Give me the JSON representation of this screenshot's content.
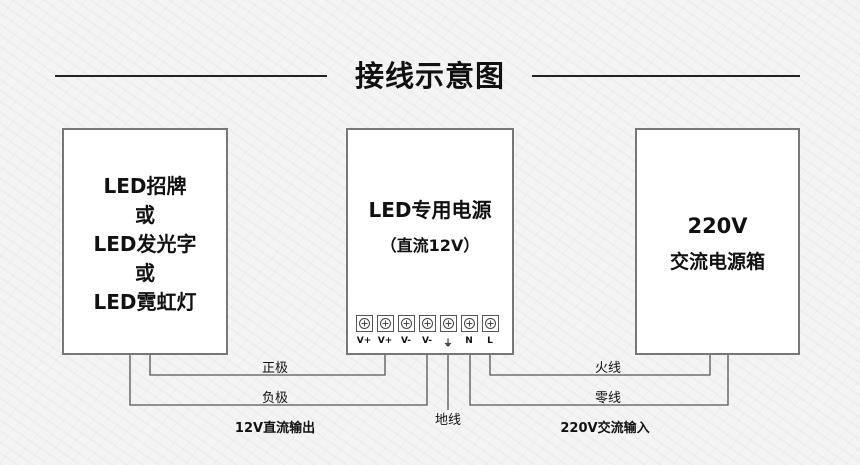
{
  "title": "接线示意图",
  "left_box": {
    "lines": [
      "LED招牌",
      "或",
      "LED发光字",
      "或",
      "LED霓虹灯"
    ]
  },
  "middle_box": {
    "title": "LED专用电源",
    "subtitle": "（直流12V）",
    "terminals": [
      "V+",
      "V+",
      "V-",
      "V-",
      "⏚",
      "N",
      "L"
    ]
  },
  "right_box": {
    "line1": "220V",
    "line2": "交流电源箱"
  },
  "wires": {
    "positive": "正极",
    "negative": "负极",
    "ground": "地线",
    "live": "火线",
    "neutral": "零线"
  },
  "captions": {
    "dc_output": "12V直流输出",
    "ac_input": "220V交流输入"
  },
  "colors": {
    "line": "#555555",
    "border": "#777777",
    "text": "#111111"
  }
}
